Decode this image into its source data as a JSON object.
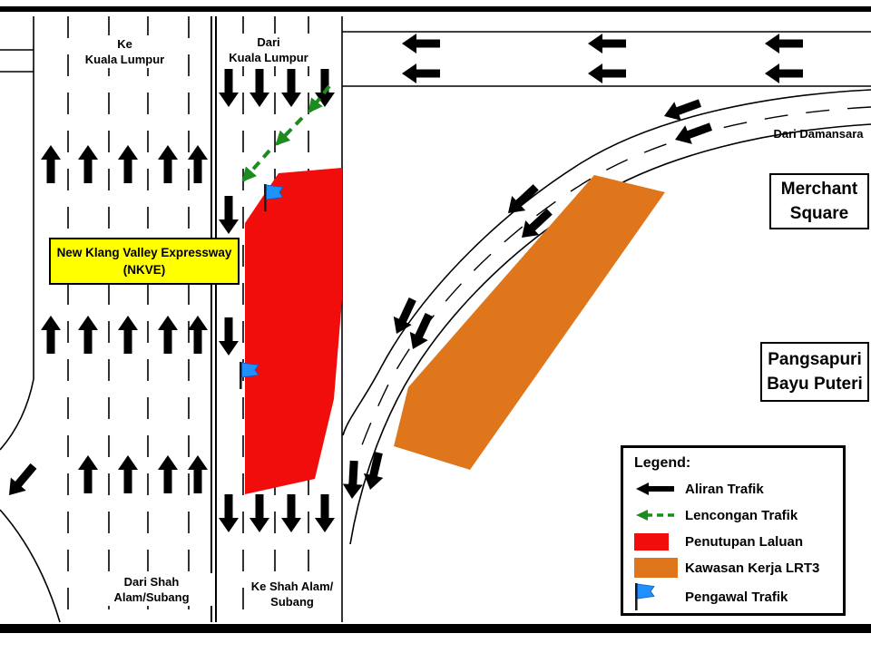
{
  "colors": {
    "closure_red": "#F20D0D",
    "work_orange": "#E0761C",
    "diversion_green": "#1E8B1E",
    "flag_blue": "#1E90FF",
    "nkve_yellow": "#FFFF00"
  },
  "labels": {
    "ke_kl_line1": "Ke",
    "ke_kl_line2": "Kuala Lumpur",
    "dari_kl_line1": "Dari",
    "dari_kl_line2": "Kuala Lumpur",
    "dari_damansara": "Dari Damansara",
    "merchant_line1": "Merchant",
    "merchant_line2": "Square",
    "pangsapuri_line1": "Pangsapuri",
    "pangsapuri_line2": "Bayu Puteri",
    "nkve_line1": "New Klang Valley Expressway",
    "nkve_line2": "(NKVE)",
    "dari_shah_line1": "Dari Shah",
    "dari_shah_line2": "Alam/Subang",
    "ke_shah_line1": "Ke Shah Alam/",
    "ke_shah_line2": "Subang"
  },
  "legend": {
    "title": "Legend:",
    "items": [
      {
        "icon": "traffic-flow-arrow-icon",
        "label": "Aliran Trafik"
      },
      {
        "icon": "diversion-arrow-icon",
        "label": "Lencongan Trafik"
      },
      {
        "icon": "lane-closure-swatch",
        "label": "Penutupan Laluan"
      },
      {
        "icon": "work-area-swatch",
        "label": "Kawasan Kerja LRT3"
      },
      {
        "icon": "traffic-marshal-flag-icon",
        "label": "Pengawal Trafik"
      }
    ]
  }
}
